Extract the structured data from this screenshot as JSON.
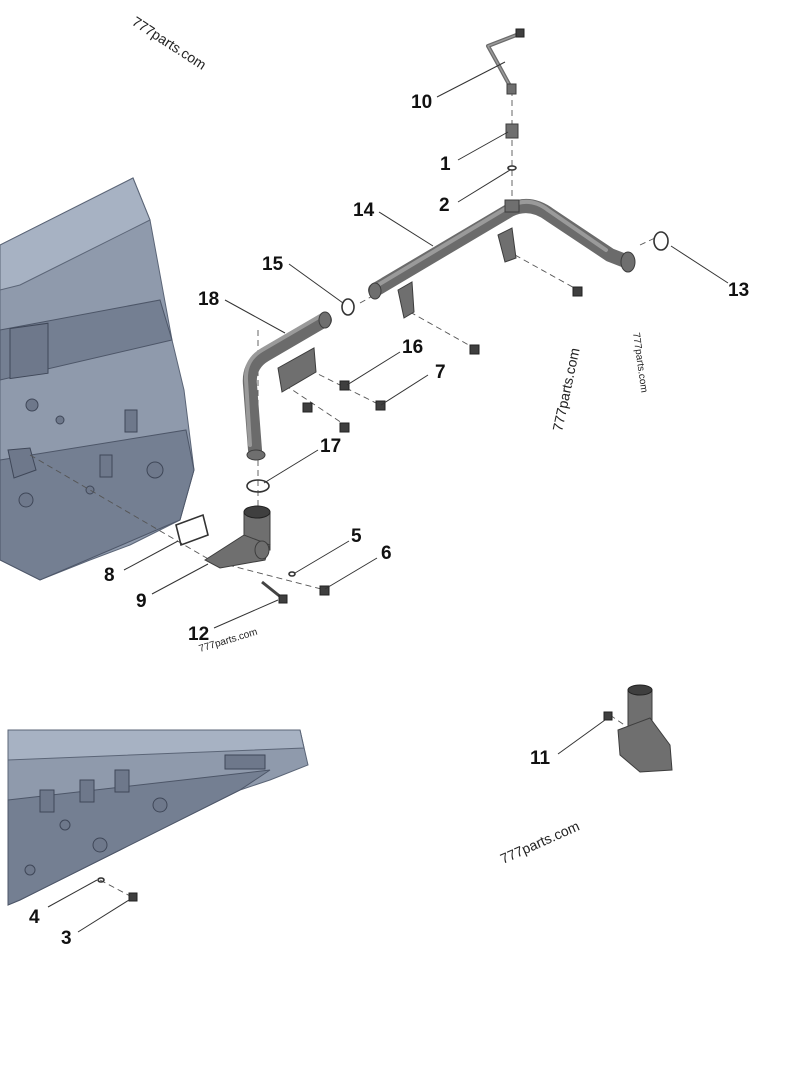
{
  "watermarks": [
    {
      "id": "wm1",
      "text": "777parts.com"
    },
    {
      "id": "wm2",
      "text": "777parts.com"
    },
    {
      "id": "wm3",
      "text": "777parts.com"
    },
    {
      "id": "wm4",
      "text": "777parts.com"
    },
    {
      "id": "wm5",
      "text": "777parts.com"
    }
  ],
  "callouts": {
    "c1": "1",
    "c2": "2",
    "c3": "3",
    "c4": "4",
    "c5": "5",
    "c6": "6",
    "c7": "7",
    "c8": "8",
    "c9": "9",
    "c10": "10",
    "c11": "11",
    "c12": "12",
    "c13": "13",
    "c14": "14",
    "c15": "15",
    "c16": "16",
    "c17": "17",
    "c18": "18"
  },
  "colors": {
    "engine_block": "#8f9aac",
    "metal_part": "#6f6f6f",
    "text": "#111111",
    "background": "#ffffff"
  }
}
